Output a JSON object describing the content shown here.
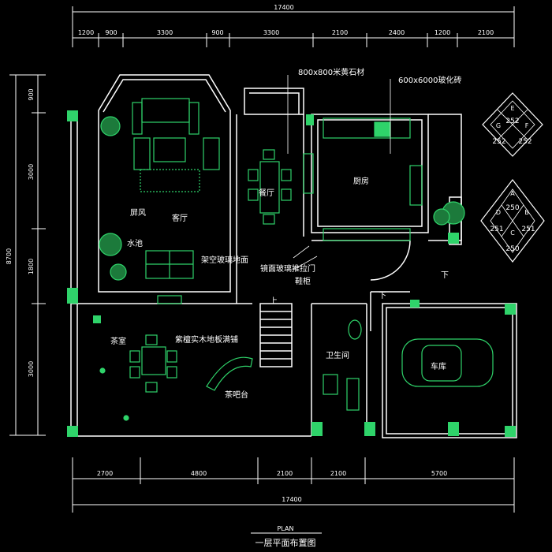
{
  "dimensions": {
    "top_total": "17400",
    "top_segments": [
      "1200",
      "900",
      "3300",
      "900",
      "3300",
      "2100",
      "2400",
      "1200",
      "2100"
    ],
    "left_total": "8700",
    "left_segments": [
      "900",
      "3000",
      "1800",
      "3000"
    ],
    "bottom_segments": [
      "2700",
      "4800",
      "2100",
      "2100",
      "5700"
    ],
    "bottom_total": "17400"
  },
  "rooms": {
    "living": "客厅",
    "screen": "屏风",
    "pond": "水池",
    "dining": "餐厅",
    "kitchen": "厨房",
    "tea_room": "茶室",
    "bath": "卫生间",
    "garage": "车库",
    "tea_bar": "茶吧台"
  },
  "annotations": {
    "stone": "800x800米黄石材",
    "tile": "600x6000玻化砖",
    "glass_floor": "架空玻璃地面",
    "mirror_door": "镜面玻璃推拉门",
    "shoe_cabinet": "鞋柜",
    "wood_floor": "紫檀实木地板满铺",
    "up": "上",
    "down1": "下",
    "down2": "下"
  },
  "tiles": {
    "diamond1": {
      "top": "E",
      "left": "G",
      "right": "F",
      "top_val": "252",
      "left_val": "252",
      "right_val": "252"
    },
    "diamond2": {
      "top": "A",
      "left": "D",
      "right": "B",
      "bottom": "C",
      "top_val": "250",
      "left_val": "251",
      "right_val": "251",
      "bottom_val": "250"
    }
  },
  "footer": {
    "plan_label": "PLAN",
    "title": "一层平面布置图"
  },
  "colors": {
    "wall": "#ffffff",
    "furniture": "#2fd36a",
    "dimension": "#ffffff",
    "background": "#000000"
  }
}
